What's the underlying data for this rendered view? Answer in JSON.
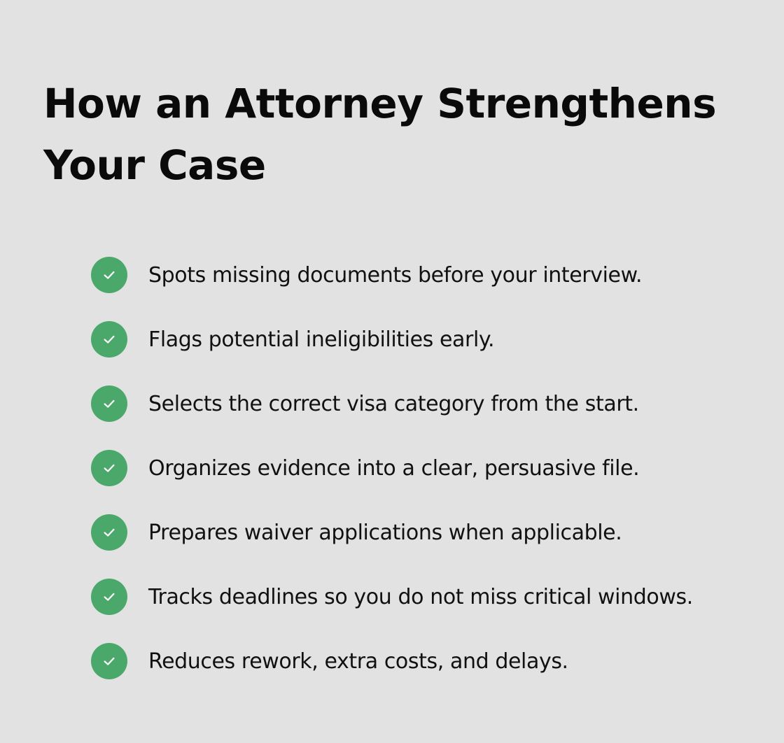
{
  "title": "How an Attorney Strengthens Your Case",
  "colors": {
    "background": "#e1e2e1",
    "check_circle": "#4aa86a",
    "text": "#111111"
  },
  "items": [
    {
      "icon": "checkmark-circle-icon",
      "label": "Spots missing documents before your interview."
    },
    {
      "icon": "checkmark-circle-icon",
      "label": "Flags potential ineligibilities early."
    },
    {
      "icon": "checkmark-circle-icon",
      "label": "Selects the correct visa category from the start."
    },
    {
      "icon": "checkmark-circle-icon",
      "label": "Organizes evidence into a clear, persuasive file."
    },
    {
      "icon": "checkmark-circle-icon",
      "label": "Prepares waiver applications when applicable."
    },
    {
      "icon": "checkmark-circle-icon",
      "label": "Tracks deadlines so you do not miss critical windows."
    },
    {
      "icon": "checkmark-circle-icon",
      "label": "Reduces rework, extra costs, and delays."
    }
  ]
}
